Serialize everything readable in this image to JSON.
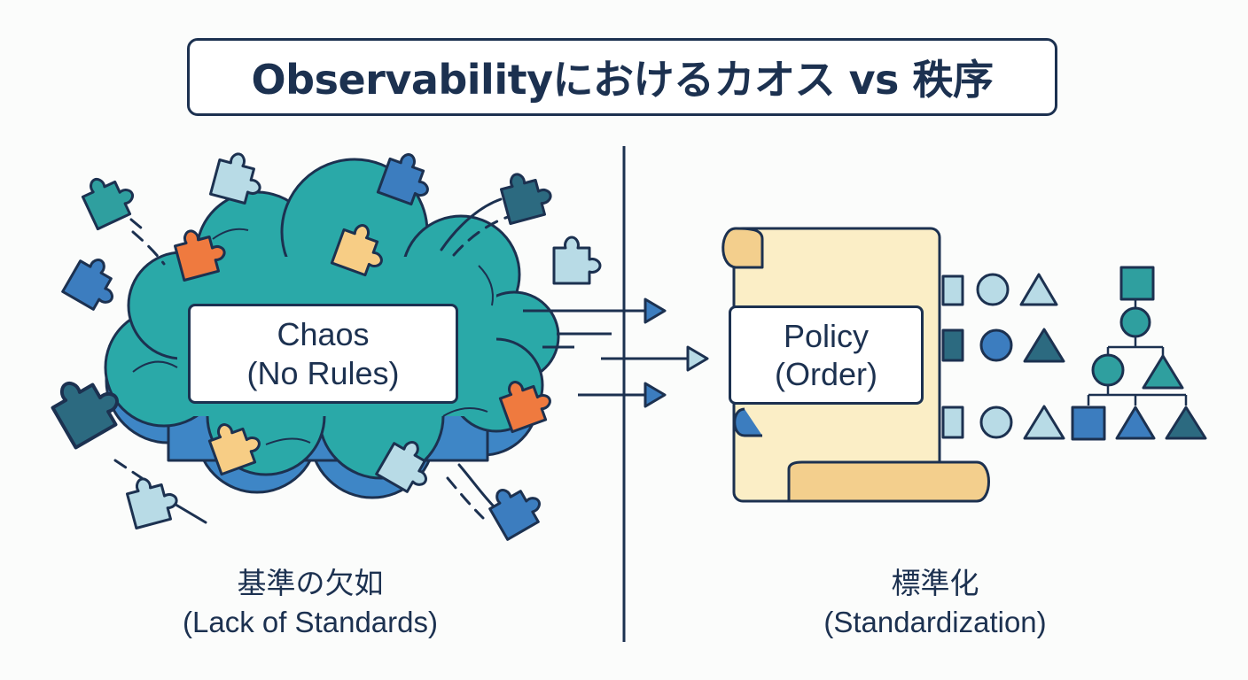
{
  "title": "Observabilityにおけるカオス vs 秩序",
  "chaos": {
    "label": "Chaos",
    "sublabel": "(No Rules)",
    "caption_jp": "基準の欠如",
    "caption_en": "(Lack of Standards)"
  },
  "policy": {
    "label": "Policy",
    "sublabel": "(Order)",
    "caption_jp": "標準化",
    "caption_en": "(Standardization)"
  },
  "colors": {
    "navy": "#1c3150",
    "cloud_teal": "#2aa9a8",
    "cloud_blue": "#3e86c6",
    "piece_teal": "#2f9f9f",
    "piece_blue": "#3c7dbf",
    "piece_darkteal": "#2c6a80",
    "piece_lightblue": "#b8dbe6",
    "piece_orange": "#ef7a3f",
    "piece_yellow": "#f7cd85",
    "scroll_fill": "#fbeec6",
    "scroll_shade": "#f3cf8d"
  },
  "icons": [
    "puzzle-piece-icon",
    "cloud-icon",
    "scroll-icon",
    "arrow-right-icon",
    "square-icon",
    "circle-icon",
    "triangle-icon"
  ]
}
